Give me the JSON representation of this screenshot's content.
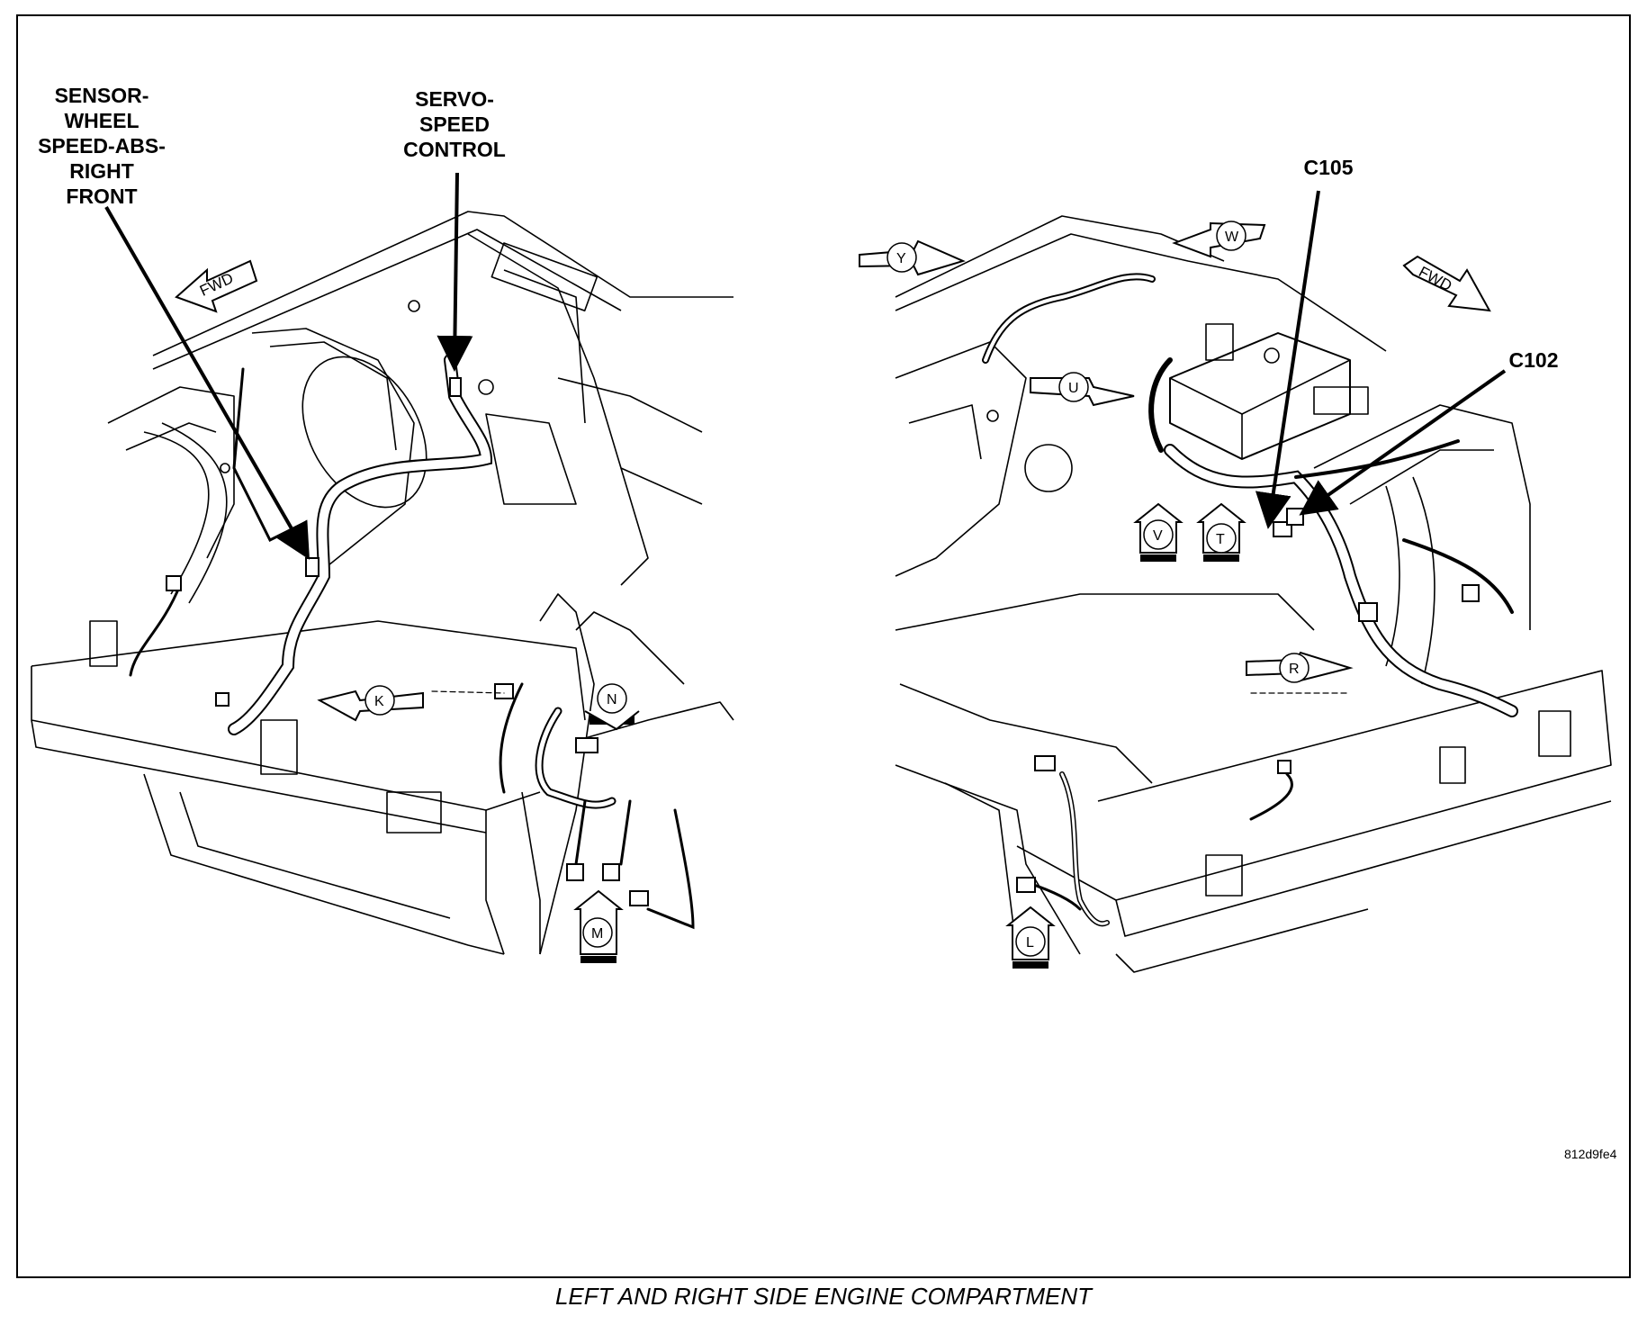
{
  "callouts": {
    "sensor_wheel": "SENSOR-\nWHEEL\nSPEED-ABS-\nRIGHT\nFRONT",
    "servo_speed": "SERVO-\nSPEED\nCONTROL",
    "c105": "C105",
    "c102": "C102"
  },
  "view_markers": {
    "left": [
      "K",
      "N",
      "M"
    ],
    "right": [
      "Y",
      "W",
      "U",
      "V",
      "T",
      "R",
      "L"
    ]
  },
  "fwd_label": "FWD",
  "figure_id": "812d9fe4",
  "caption": "LEFT AND RIGHT SIDE ENGINE COMPARTMENT"
}
